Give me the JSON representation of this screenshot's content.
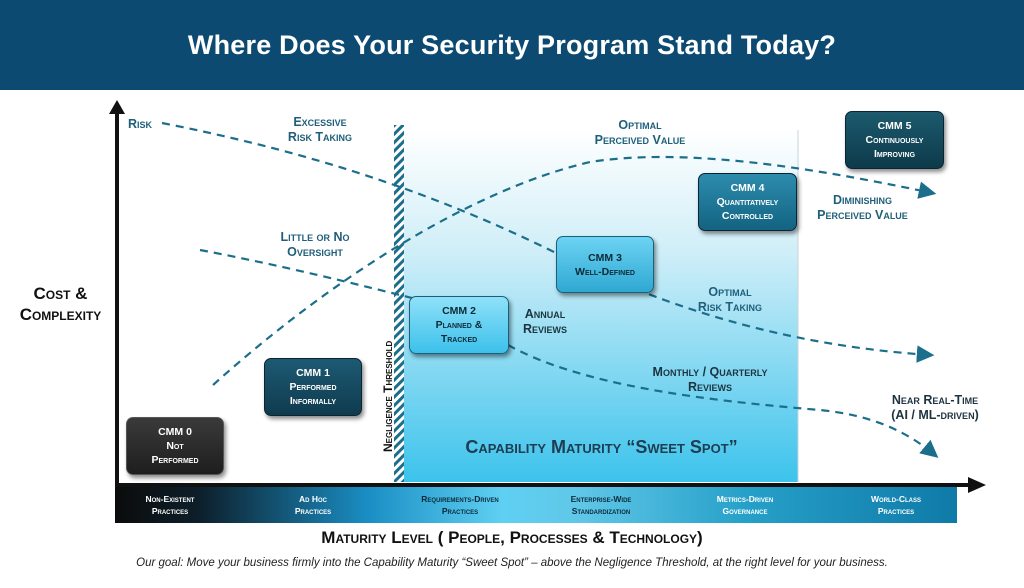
{
  "title": "Where Does Your Security Program Stand Today?",
  "y_axis_label_line1": "Cost &",
  "y_axis_label_line2": "Complexity",
  "x_axis_label": "Maturity Level ( People, Processes & Technology)",
  "footer": "Our goal: Move your business firmly into the Capability Maturity “Sweet Spot” – above the Negligence Threshold, at the right level for your business.",
  "sweet_spot_label": "Capability Maturity “Sweet Spot”",
  "negligence_threshold_label": "Negligence Threshold",
  "annotations": {
    "risk": "Risk",
    "excessive_1": "Excessive",
    "excessive_2": "Risk Taking",
    "optimal_value_1": "Optimal",
    "optimal_value_2": "Perceived Value",
    "diminishing_1": "Diminishing",
    "diminishing_2": "Perceived Value",
    "little_1": "Little or No",
    "little_2": "Oversight",
    "annual_1": "Annual",
    "annual_2": "Reviews",
    "optimal_risk_1": "Optimal",
    "optimal_risk_2": "Risk Taking",
    "monthly_1": "Monthly / Quarterly",
    "monthly_2": "Reviews",
    "realtime_1": "Near Real-Time",
    "realtime_2": "(AI / ML-driven)"
  },
  "cmm_boxes": [
    {
      "id": "cmm0",
      "lines": [
        "CMM 0",
        "Not",
        "Performed"
      ]
    },
    {
      "id": "cmm1",
      "lines": [
        "CMM 1",
        "Performed",
        "Informally"
      ]
    },
    {
      "id": "cmm2",
      "lines": [
        "CMM 2",
        "Planned &",
        "Tracked"
      ]
    },
    {
      "id": "cmm3",
      "lines": [
        "CMM 3",
        "Well-Defined"
      ]
    },
    {
      "id": "cmm4",
      "lines": [
        "CMM 4",
        "Quantitatively",
        "Controlled"
      ]
    },
    {
      "id": "cmm5",
      "lines": [
        "CMM 5",
        "Continuously",
        "Improving"
      ]
    }
  ],
  "stages": [
    {
      "line1": "Non-Existent",
      "line2": "Practices"
    },
    {
      "line1": "Ad Hoc",
      "line2": "Practices"
    },
    {
      "line1": "Requirements-Driven",
      "line2": "Practices"
    },
    {
      "line1": "Enterprise-Wide",
      "line2": "Standardization"
    },
    {
      "line1": "Metrics-Driven",
      "line2": "Governance"
    },
    {
      "line1": "World-Class",
      "line2": "Practices"
    }
  ],
  "colors": {
    "header": "#0d4a72",
    "sweet_spot_top": "#ffffff",
    "sweet_spot_bottom": "#3fc0e8",
    "dashed_line": "#1b6f8a"
  }
}
